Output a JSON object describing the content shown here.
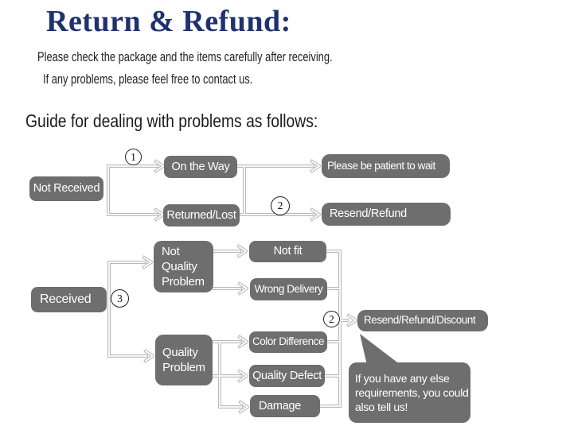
{
  "page": {
    "title": "Return & Refund:",
    "subtitle_line1": "Please check the package and the items carefully after receiving.",
    "subtitle_line2": "If any problems, please feel free to contact us.",
    "section_heading": "Guide for dealing with problems as follows:"
  },
  "colors": {
    "title_blue": "#1e3173",
    "box_gray": "#6e6e6e",
    "connector_gray": "#b9b9b9",
    "body_text": "#212121",
    "box_text": "#ffffff"
  },
  "flowchart": {
    "nodes": {
      "not_received": "Not Received",
      "on_the_way": "On the Way",
      "returned_lost": "Returned/Lost",
      "patient_wait": "Please be patient to wait",
      "resend_refund": "Resend/Refund",
      "received": "Received",
      "not_quality_problem": "Not\nQuality\nProblem",
      "not_fit": "Not fit",
      "wrong_delivery": "Wrong Delivery",
      "quality_problem": "Quality\nProblem",
      "color_difference": "Color Difference",
      "quality_defect": "Quality Defect",
      "damage": "Damage",
      "resend_refund_discount": "Resend/Refund/Discount",
      "note_bubble": "If you have any else\nrequirements, you could\nalso tell us!"
    },
    "badges": {
      "step1": "1",
      "step2_top": "2",
      "step3": "3",
      "step2_bottom": "2"
    }
  }
}
